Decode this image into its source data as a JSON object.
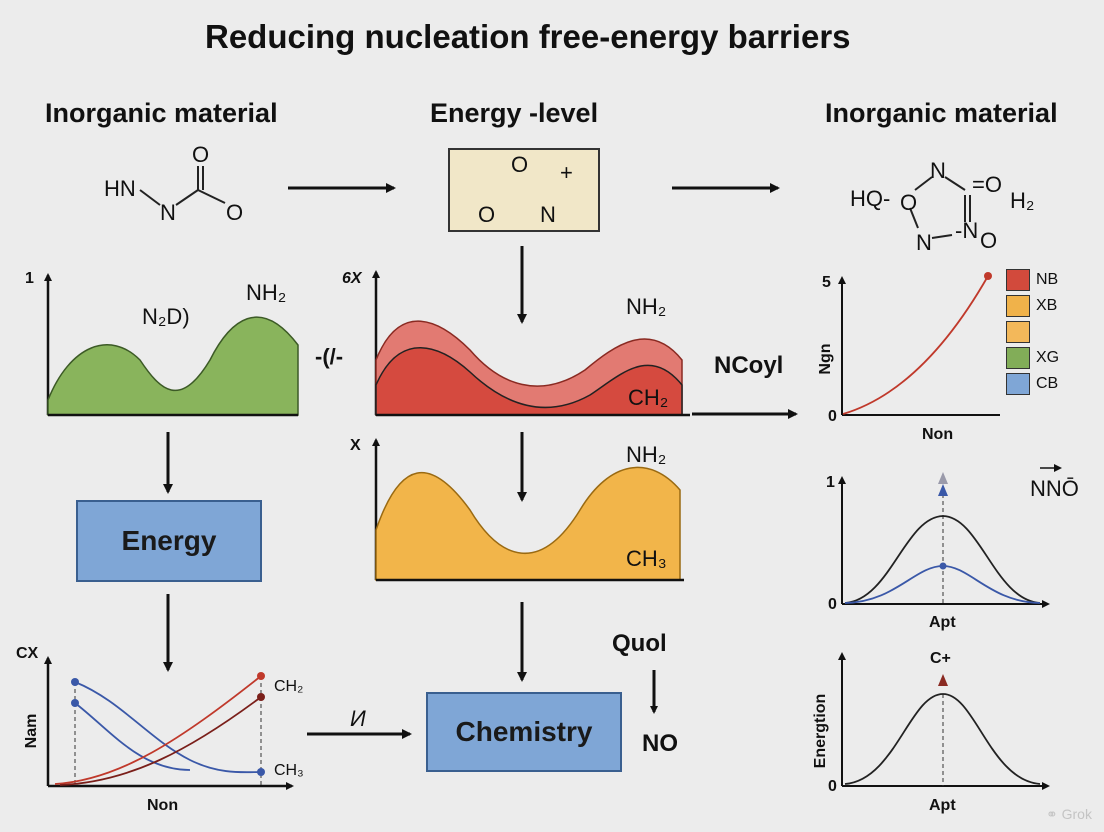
{
  "title": "Reducing nucleation free-energy barriers",
  "headers": {
    "left": "Inorganic material",
    "center": "Energy -level",
    "right": "Inorganic material"
  },
  "molecules": {
    "left": {
      "hn": "HN",
      "n": "N",
      "o_top": "O",
      "o_right": "O"
    },
    "center": {
      "o_top": "O",
      "o_left": "O",
      "n": "N",
      "plus": "+"
    },
    "right": {
      "hq": "HQ-",
      "o": "O",
      "n_top": "N",
      "o2": "=O",
      "h2": "H₂",
      "n_bot": "N",
      "no": "-N",
      "o_bot": "O"
    }
  },
  "panels": {
    "green": {
      "ytick": "1",
      "label_a": "N₂D)",
      "label_b": "NH₂"
    },
    "connector": "-(/-",
    "red": {
      "ytick": "6X",
      "label_top": "NH₂",
      "label_bot": "CH₂"
    },
    "orange": {
      "ytick": "X",
      "label_top": "NH₂",
      "label_bot": "CH₃"
    }
  },
  "boxes": {
    "energy": "Energy",
    "chemistry": "Chemistry"
  },
  "labels": {
    "ncoyl": "NCoyl",
    "quol": "Quol",
    "no": "NO",
    "arrow_label": "И"
  },
  "line_chart": {
    "ytick": "CX",
    "ylabel": "Nam",
    "xlabel": "Non",
    "series_labels": [
      "CH₂",
      "CH₃"
    ]
  },
  "right_chart_top": {
    "ytick_top": "5",
    "ytick_bottom": "0",
    "ylabel": "Ngn",
    "xlabel": "Non",
    "legend": [
      "NB",
      "XB",
      "",
      "XG",
      "CB"
    ],
    "legend_colors": [
      "#d24a3c",
      "#f0b24a",
      "#f3b85a",
      "#82ad58",
      "#7fa6d6"
    ]
  },
  "right_chart_mid": {
    "ytick_top": "1",
    "ytick_bottom": "0",
    "xlabel": "Apt",
    "side_label": "NNŌ"
  },
  "right_chart_bot": {
    "ytick_bottom": "0",
    "ylabel": "Energtion",
    "xlabel": "Apt",
    "peak_label": "C+"
  },
  "colors": {
    "green": "#89b45c",
    "red_light": "#e27a72",
    "red": "#d54a3f",
    "orange": "#f2b54a",
    "blue": "#7fa6d6",
    "line_red": "#b83a30",
    "line_blue": "#3a58a8"
  },
  "watermark": "Grok"
}
